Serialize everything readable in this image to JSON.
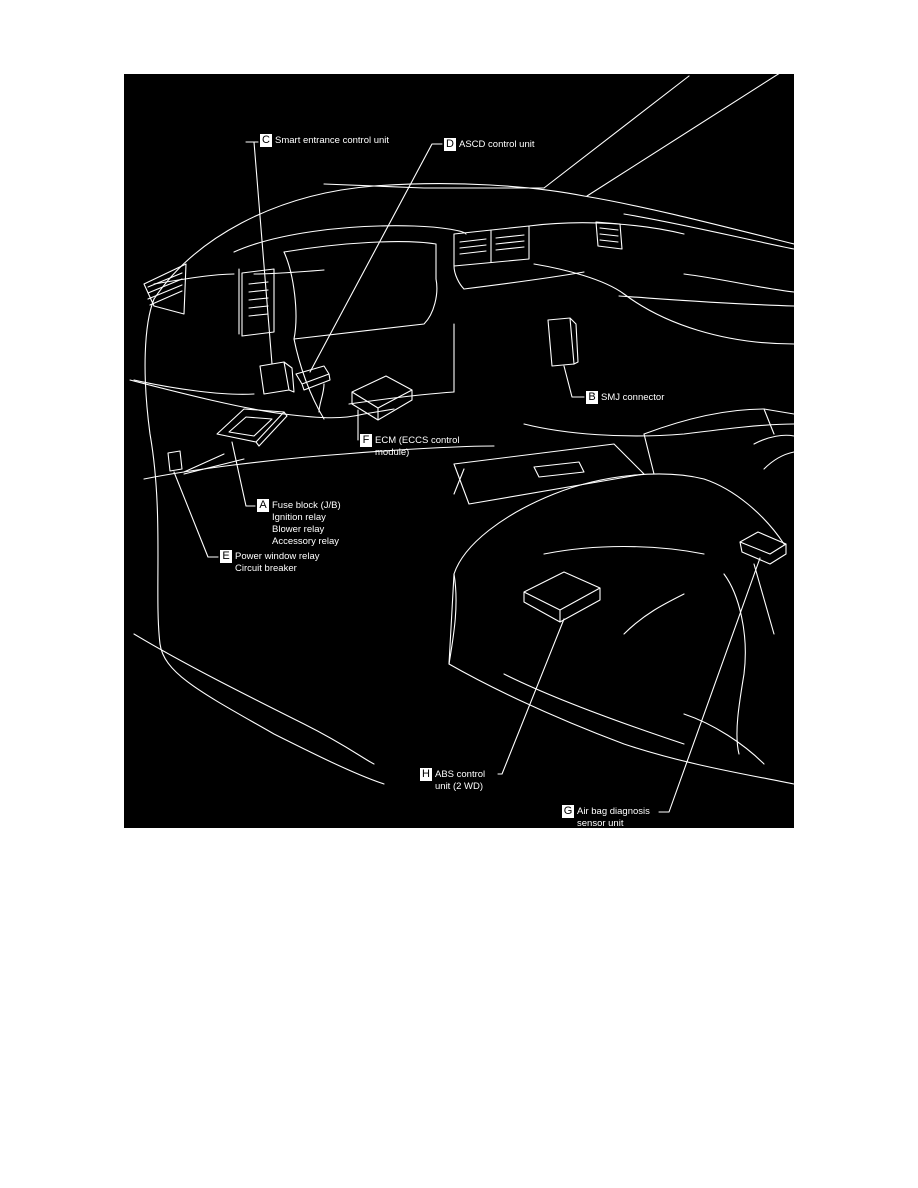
{
  "colors": {
    "background": "#000000",
    "linework": "#ffffff",
    "page": "#ffffff"
  },
  "labels": {
    "C": {
      "letter": "C",
      "lines": [
        "Smart entrance control unit"
      ]
    },
    "D": {
      "letter": "D",
      "lines": [
        "ASCD control unit"
      ]
    },
    "B": {
      "letter": "B",
      "lines": [
        "SMJ connector"
      ]
    },
    "F": {
      "letter": "F",
      "lines": [
        "ECM (ECCS control",
        "module)"
      ]
    },
    "A": {
      "letter": "A",
      "lines": [
        "Fuse block (J/B)",
        "Ignition relay",
        "Blower relay",
        "Accessory relay"
      ]
    },
    "E": {
      "letter": "E",
      "lines": [
        "Power window relay",
        "Circuit breaker"
      ]
    },
    "H": {
      "letter": "H",
      "lines": [
        "ABS control",
        "unit (2 WD)"
      ]
    },
    "G": {
      "letter": "G",
      "lines": [
        "Air bag diagnosis",
        "sensor unit"
      ]
    }
  }
}
